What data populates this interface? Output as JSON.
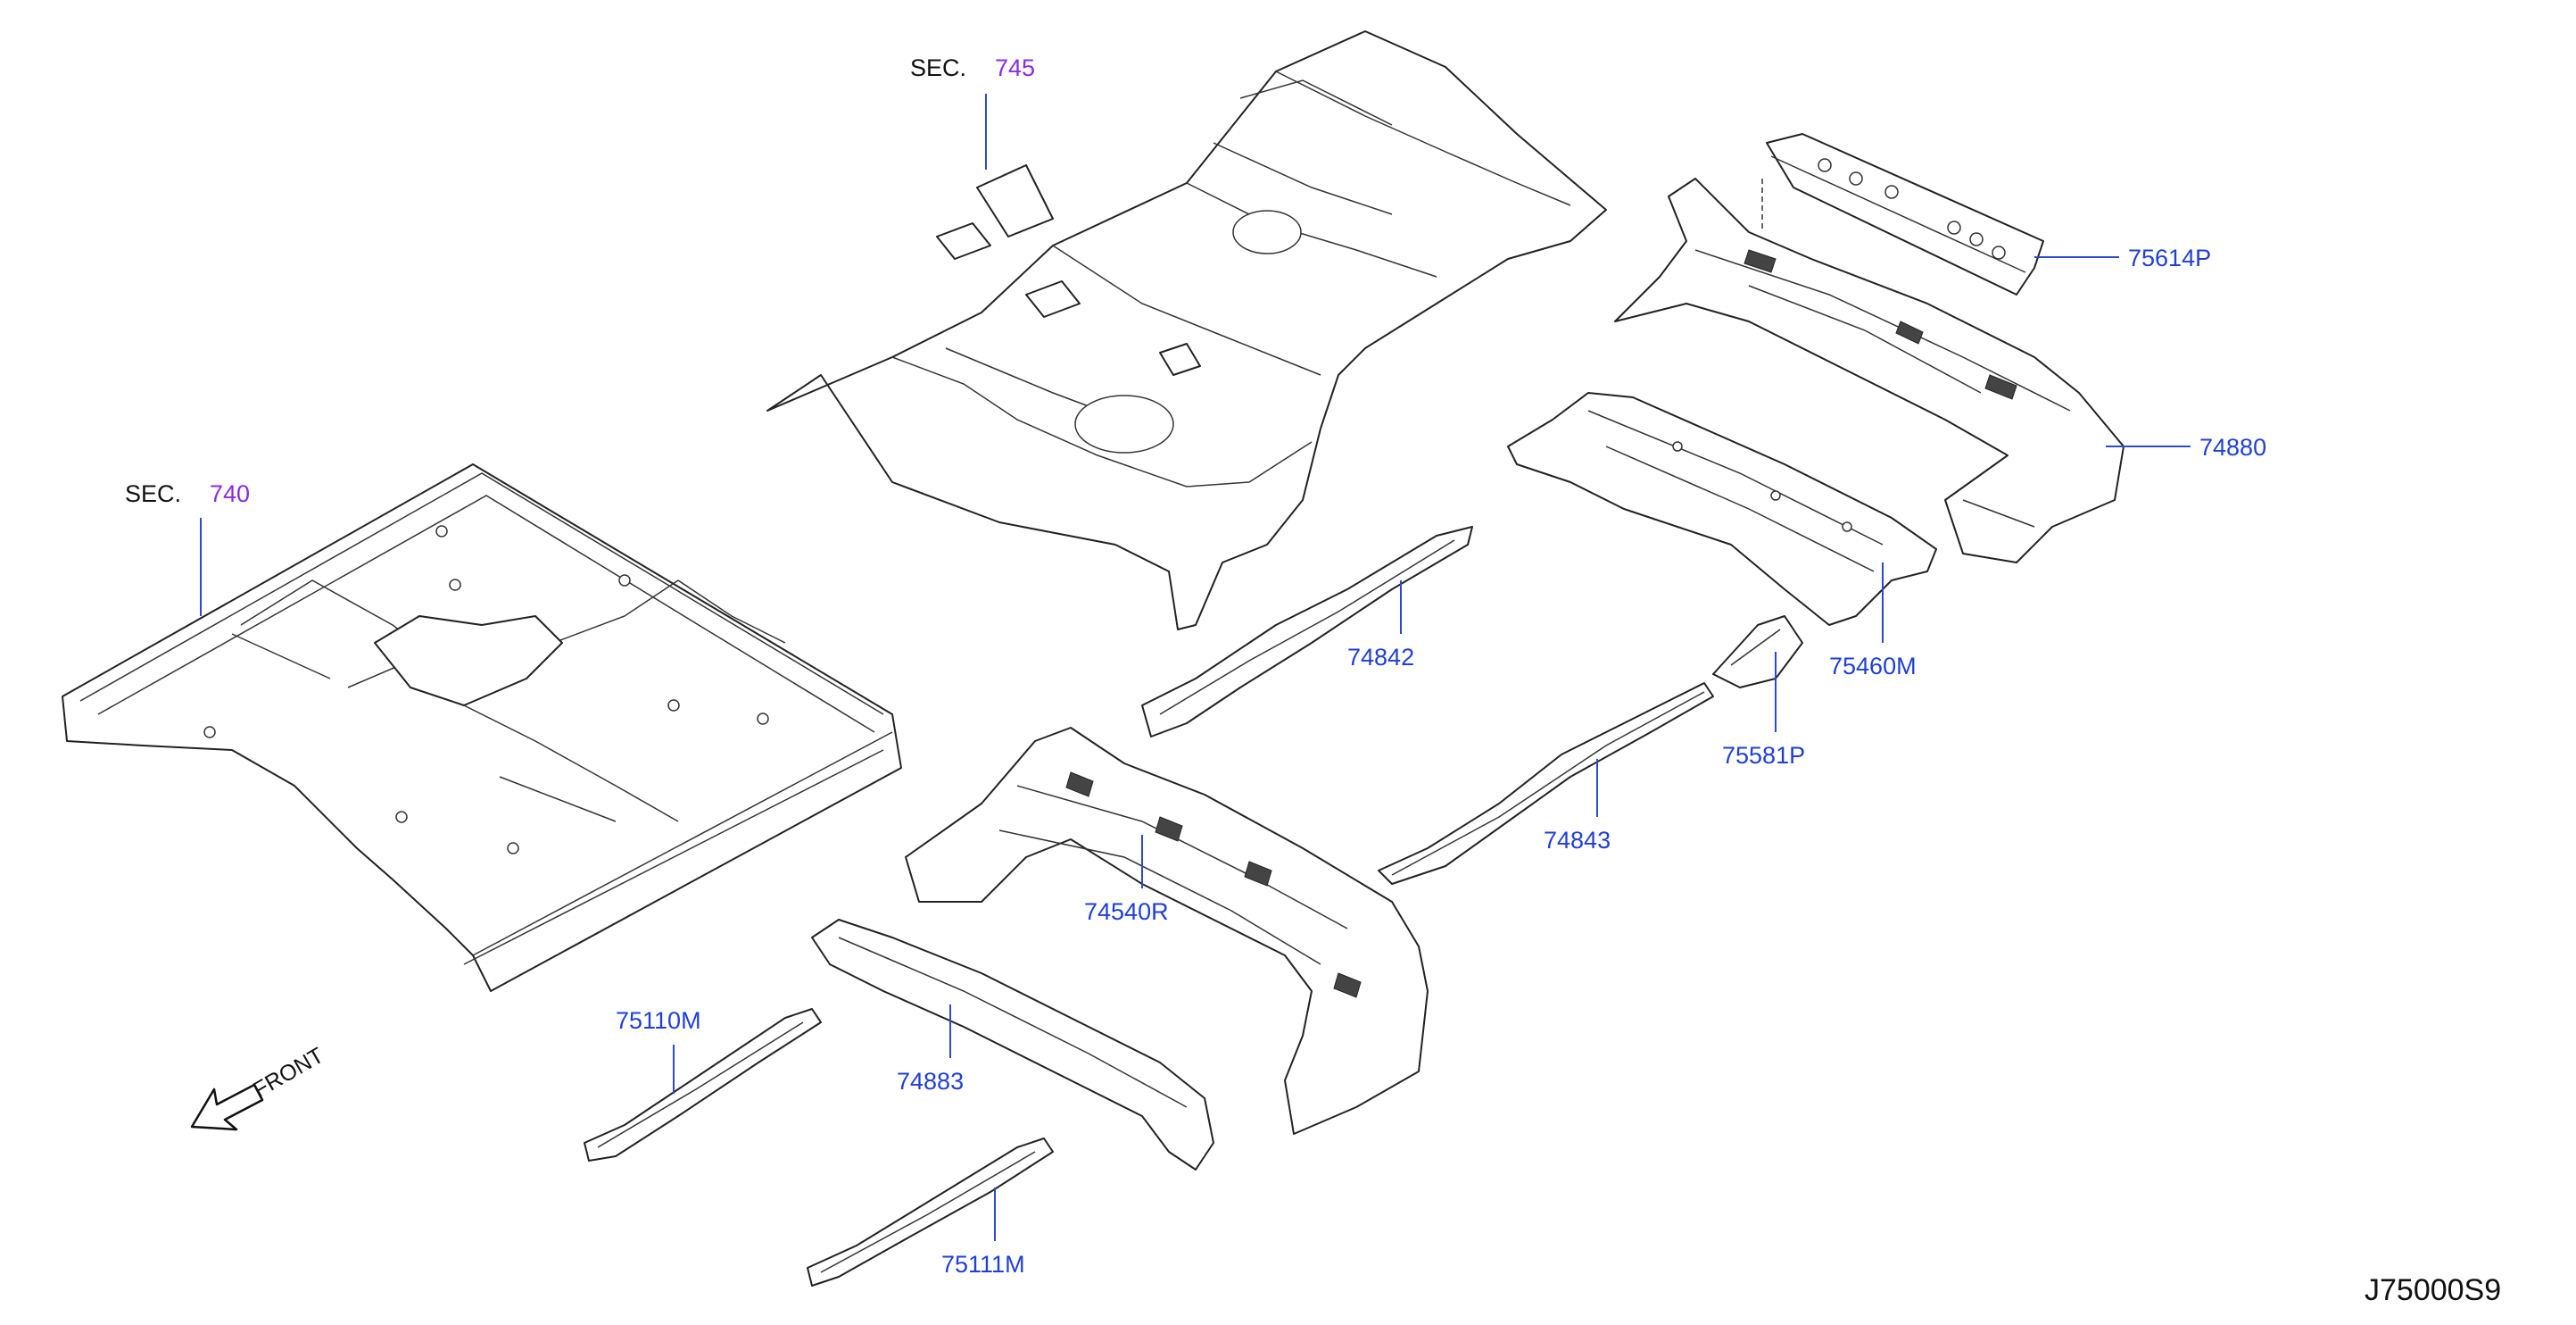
{
  "diagram": {
    "drawing_number": "J75000S9",
    "front_label": "FRONT",
    "colors": {
      "label": "#1f3fd6",
      "section_number": "#8a2be2",
      "line": "#222222"
    },
    "section_refs": [
      {
        "prefix": "SEC.",
        "number": "745"
      },
      {
        "prefix": "SEC.",
        "number": "740"
      }
    ],
    "callouts": [
      {
        "part_number": "75614P"
      },
      {
        "part_number": "74880"
      },
      {
        "part_number": "74842"
      },
      {
        "part_number": "75460M"
      },
      {
        "part_number": "75581P"
      },
      {
        "part_number": "74843"
      },
      {
        "part_number": "74540R"
      },
      {
        "part_number": "75110M"
      },
      {
        "part_number": "74883"
      },
      {
        "part_number": "75111M"
      }
    ]
  }
}
